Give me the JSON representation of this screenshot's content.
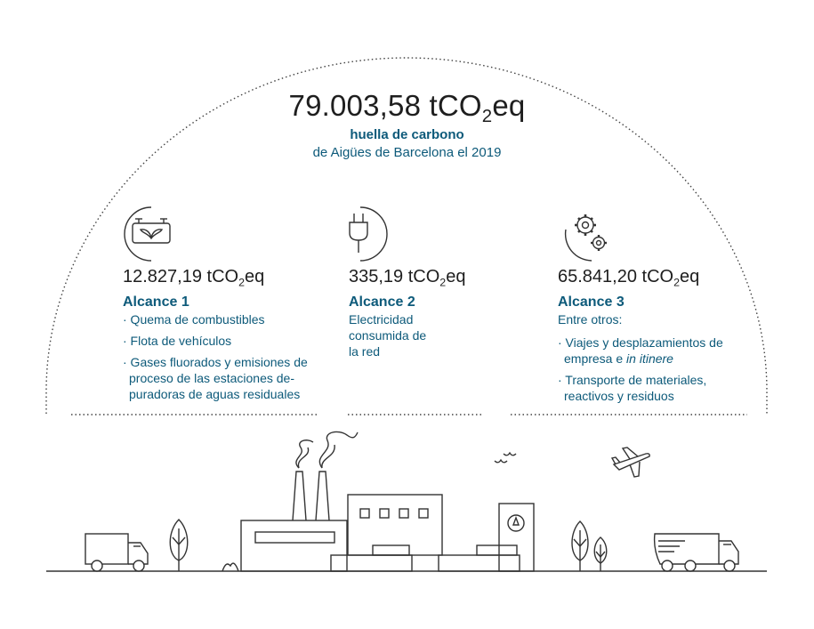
{
  "total": {
    "value": "79.003,58 tCO",
    "subscript": "2",
    "unit_suffix": "eq",
    "label": "huella de carbono",
    "sublabel": "de Aigües de Barcelona el 2019"
  },
  "scopes": [
    {
      "value": "12.827,19 tCO",
      "subscript": "2",
      "unit_suffix": "eq",
      "title": "Alcance 1",
      "items": [
        "· Quema de combustibles",
        "· Flota de vehículos",
        "· Gases fluorados y emisiones de proceso de las estaciones de-puradoras de aguas residuales"
      ]
    },
    {
      "value": "335,19 tCO",
      "subscript": "2",
      "unit_suffix": "eq",
      "title": "Alcance 2",
      "description": "Electricidad consumida de la red"
    },
    {
      "value": "65.841,20 tCO",
      "subscript": "2",
      "unit_suffix": "eq",
      "title": "Alcance 3",
      "intro": "Entre otros:",
      "item1_text": "· Viajes y desplazamientos de empresa e ",
      "item1_italic": "in itinere",
      "item2": "· Transporte de materiales, reactivos y residuos"
    }
  ],
  "colors": {
    "accent": "#0d5a7a",
    "ink": "#1e1e1e",
    "line": "#3a3a3a"
  },
  "icons": [
    "generator-leaf-icon",
    "power-plug-icon",
    "gears-icon",
    "truck-icon",
    "tree-icon",
    "factory-icon",
    "smoke-icon",
    "birds-icon",
    "airplane-icon",
    "water-tank-icon"
  ]
}
